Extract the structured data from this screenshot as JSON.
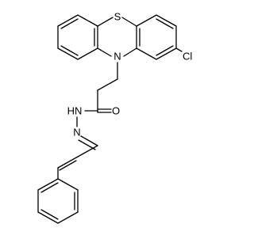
{
  "atoms": {
    "sulfur": "S",
    "nitrogen_ring": "N",
    "chlorine": "Cl",
    "amide_nh": "HN",
    "hydrazone_n": "N",
    "carbonyl_o": "O"
  }
}
